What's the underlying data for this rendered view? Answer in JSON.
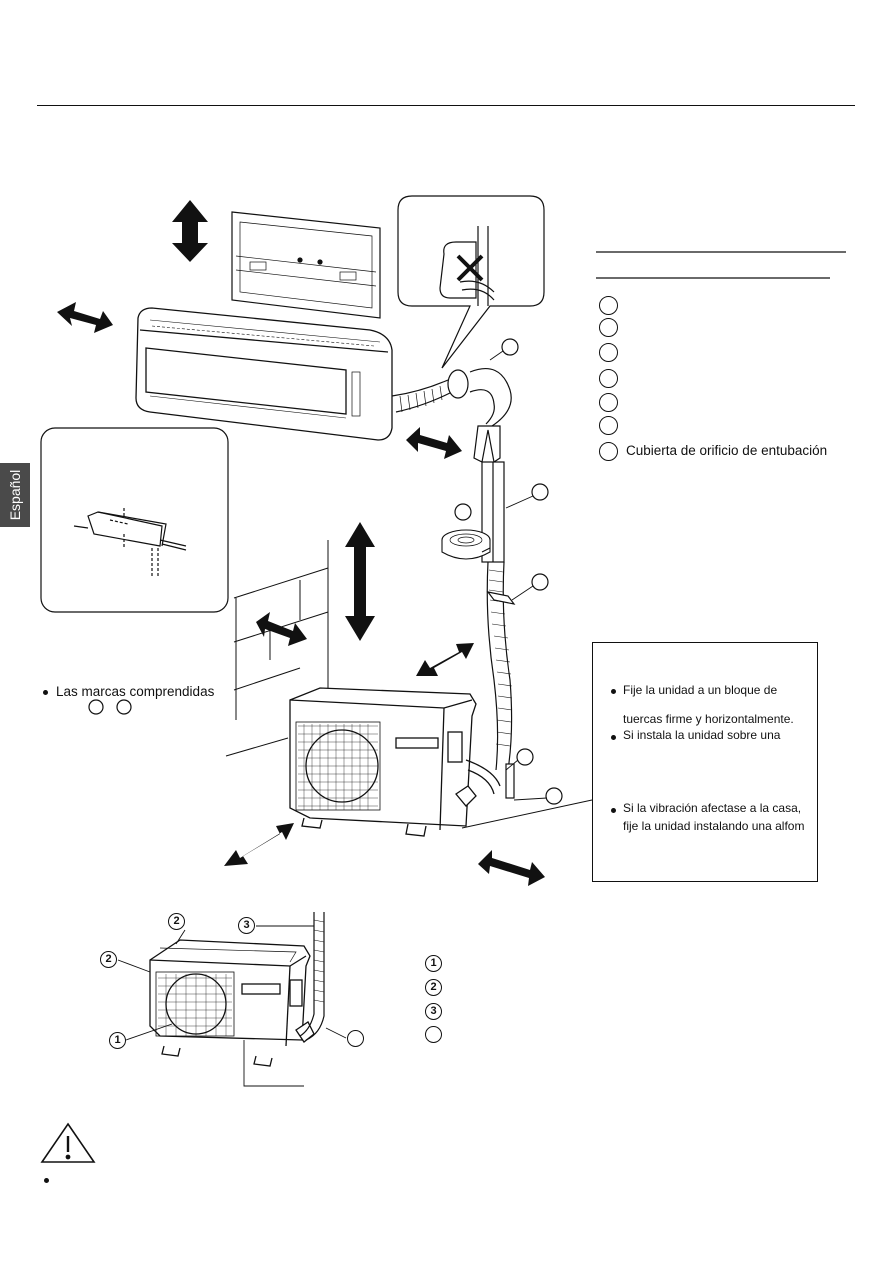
{
  "side_tab": {
    "label": "Español"
  },
  "legend": {
    "items": [
      {
        "num": "",
        "label": ""
      },
      {
        "num": "",
        "label": ""
      },
      {
        "num": "",
        "label": ""
      },
      {
        "num": "",
        "label": ""
      },
      {
        "num": "",
        "label": ""
      },
      {
        "num": "",
        "label": ""
      },
      {
        "num": "",
        "label": "Cubierta de orificio de entubación"
      }
    ]
  },
  "note_left": {
    "text": "Las marcas comprendidas"
  },
  "outdoor_box": {
    "lines": [
      "Fije la unidad a un bloque de",
      "tuercas firme y horizontalmente.",
      "Si instala la unidad sobre una",
      "Si la vibración afectase a la casa,",
      "fije la unidad instalando una alfom"
    ]
  },
  "bottom_legend": {
    "items": [
      {
        "num": "1"
      },
      {
        "num": "2"
      },
      {
        "num": "3"
      },
      {
        "num": ""
      }
    ]
  },
  "bottom_callouts": {
    "c1": "1",
    "c2a": "2",
    "c2b": "2",
    "c3": "3"
  }
}
